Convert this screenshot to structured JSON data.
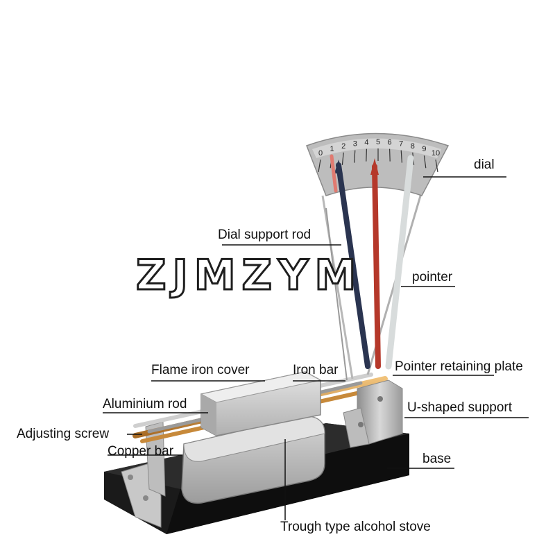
{
  "watermark": "ZJMZYM",
  "dial_scale": [
    "0",
    "1",
    "2",
    "3",
    "4",
    "5",
    "6",
    "7",
    "8",
    "9",
    "10"
  ],
  "labels": {
    "dial": "dial",
    "dial_support_rod": "Dial support rod",
    "pointer": "pointer",
    "flame_iron_cover": "Flame iron cover",
    "iron_bar": "Iron bar",
    "pointer_retaining_plate": "Pointer retaining plate",
    "aluminium_rod": "Aluminium rod",
    "u_shaped_support": "U-shaped support",
    "adjusting_screw": "Adjusting screw",
    "copper_bar": "Copper bar",
    "base": "base",
    "trough_stove": "Trough type alcohol stove"
  },
  "colors": {
    "pointer_1": "#2a3450",
    "pointer_2": "#b5382a",
    "pointer_3": "#d8dcdc",
    "base": "#121212",
    "dial_metal": "#b9b9b9"
  }
}
